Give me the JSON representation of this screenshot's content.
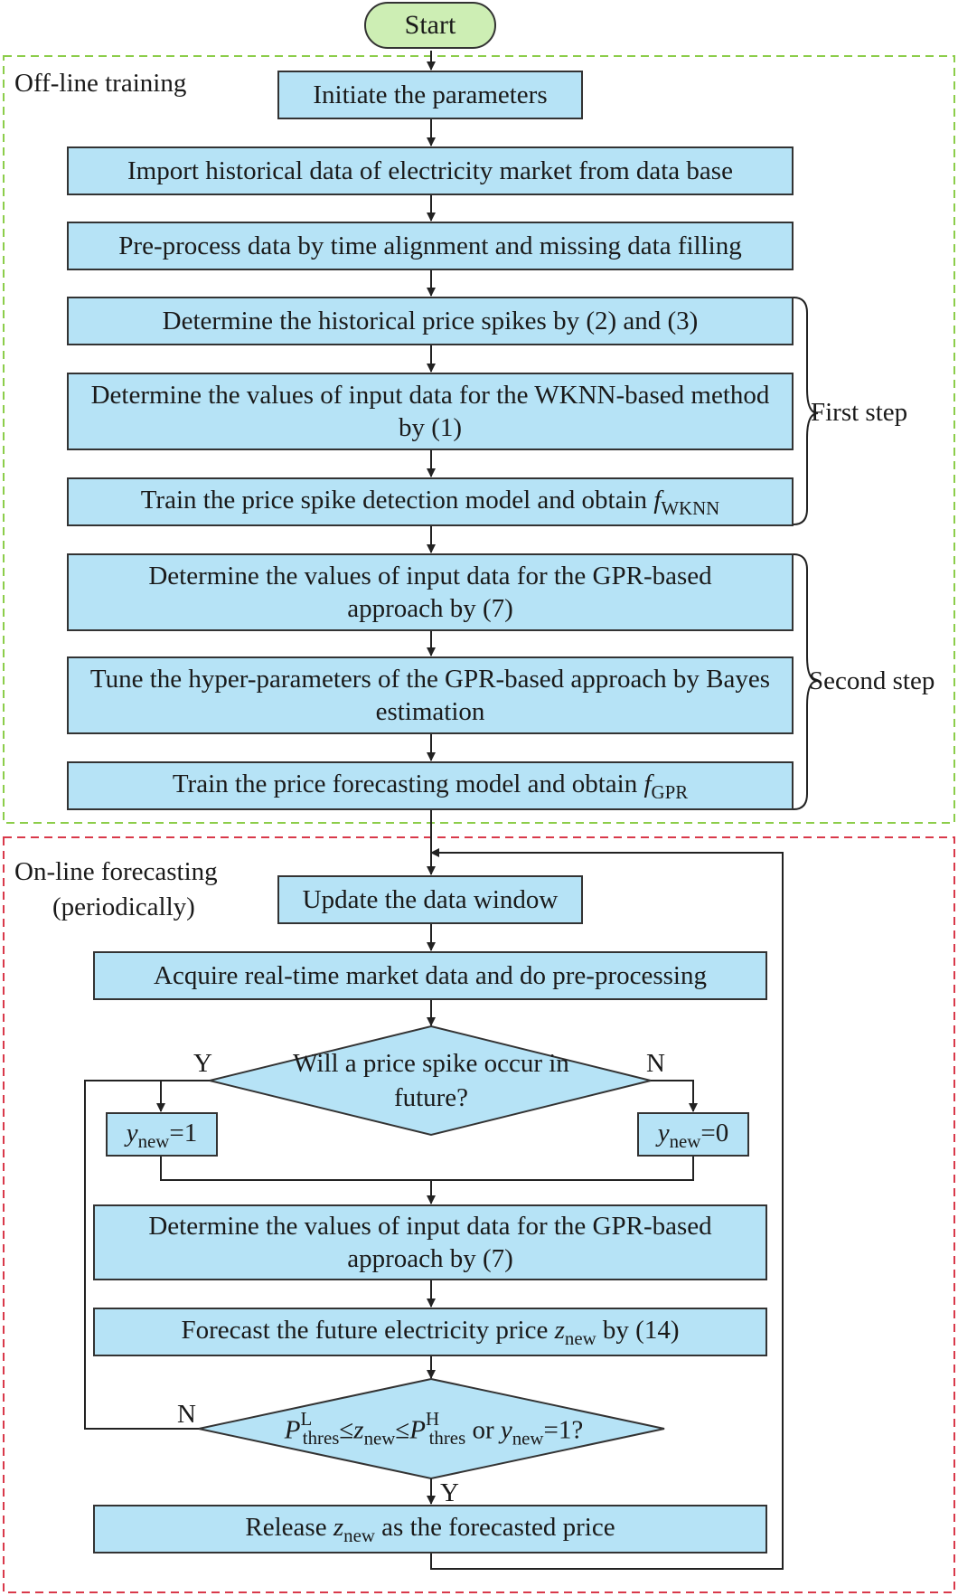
{
  "start": "Start",
  "regions": {
    "offline": "Off-line training",
    "online_line1": "On-line forecasting",
    "online_line2": "(periodically)"
  },
  "steps": {
    "init": "Initiate the parameters",
    "import": "Import historical data of electricity market from data base",
    "preprocess": "Pre-process data by time alignment and missing data filling",
    "spikes": "Determine the historical price spikes by (2) and (3)",
    "wknn_input": "Determine the values of input data for the WKNN-based method by (1)",
    "train_wknn": "Train the price spike detection model and obtain",
    "train_wknn_f": "f",
    "train_wknn_sub": "WKNN",
    "gpr_input": "Determine the values of input data for the GPR-based approach by (7)",
    "tune": "Tune the hyper-parameters of the GPR-based approach by Bayes estimation",
    "train_gpr": "Train the price forecasting model and obtain",
    "train_gpr_f": "f",
    "train_gpr_sub": "GPR",
    "update": "Update the data window",
    "acquire": "Acquire real-time market data and do pre-processing",
    "decision1": "Will a price spike occur in future?",
    "y1_var": "y",
    "y1_sub": "new",
    "y1_val": "=1",
    "y0_var": "y",
    "y0_sub": "new",
    "y0_val": "=0",
    "gpr_input2": "Determine the values of input data for the GPR-based approach by (7)",
    "forecast_pre": "Forecast the future electricity price",
    "forecast_var": "z",
    "forecast_sub": "new",
    "forecast_post": "by (14)",
    "release_pre": "Release",
    "release_var": "z",
    "release_sub": "new",
    "release_post": "as the forecasted price"
  },
  "decision2": {
    "p1": "P",
    "p1_sup": "L",
    "p1_sub": "thres",
    "le1": "≤",
    "z": "z",
    "z_sub": "new",
    "le2": "≤",
    "p2": "P",
    "p2_sup": "H",
    "p2_sub": "thres",
    "or": "or",
    "y": "y",
    "y_sub": "new",
    "y_val": "=1?"
  },
  "branches": {
    "d1_yes": "Y",
    "d1_no": "N",
    "d2_no": "N",
    "d2_yes": "Y"
  },
  "braces": {
    "first": "First step",
    "second": "Second step"
  },
  "colors": {
    "box_fill": "#b6e3f6",
    "start_fill": "#cdeeb4",
    "offline_border": "#8ccd4a",
    "online_border": "#d9394a"
  }
}
